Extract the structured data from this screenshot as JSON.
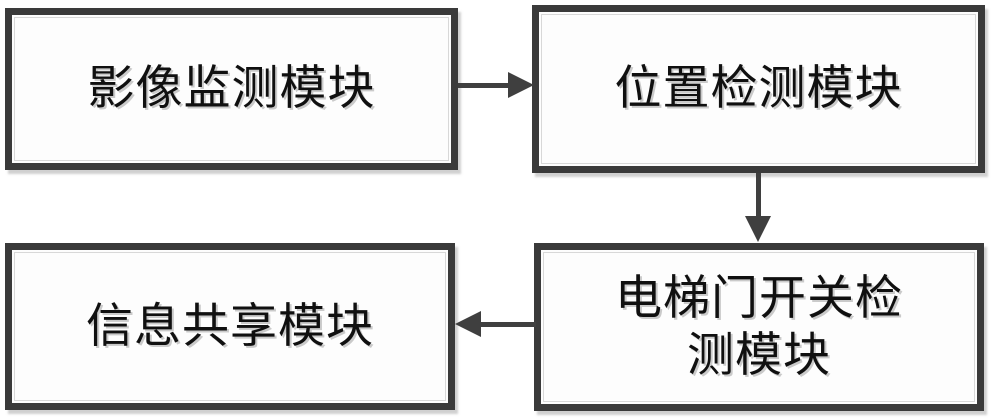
{
  "diagram": {
    "type": "flowchart",
    "background_color": "#ffffff",
    "box_border_color": "#3a3a3a",
    "box_fill_color": "#fdfdfd",
    "connector_color": "#3f3f3f",
    "nodes": [
      {
        "id": "image-monitor",
        "label": "影像监测模块",
        "position": "top-left"
      },
      {
        "id": "position-detect",
        "label": "位置检测模块",
        "position": "top-right"
      },
      {
        "id": "door-switch",
        "label": "电梯门开关检\n测模块",
        "position": "bottom-right"
      },
      {
        "id": "info-share",
        "label": "信息共享模块",
        "position": "bottom-left"
      }
    ],
    "connectors": [
      {
        "id": "image-to-position",
        "from": "image-monitor",
        "to": "position-detect",
        "direction": "right"
      },
      {
        "id": "position-to-door",
        "from": "position-detect",
        "to": "door-switch",
        "direction": "down"
      },
      {
        "id": "door-to-info",
        "from": "door-switch",
        "to": "info-share",
        "direction": "left"
      }
    ]
  }
}
